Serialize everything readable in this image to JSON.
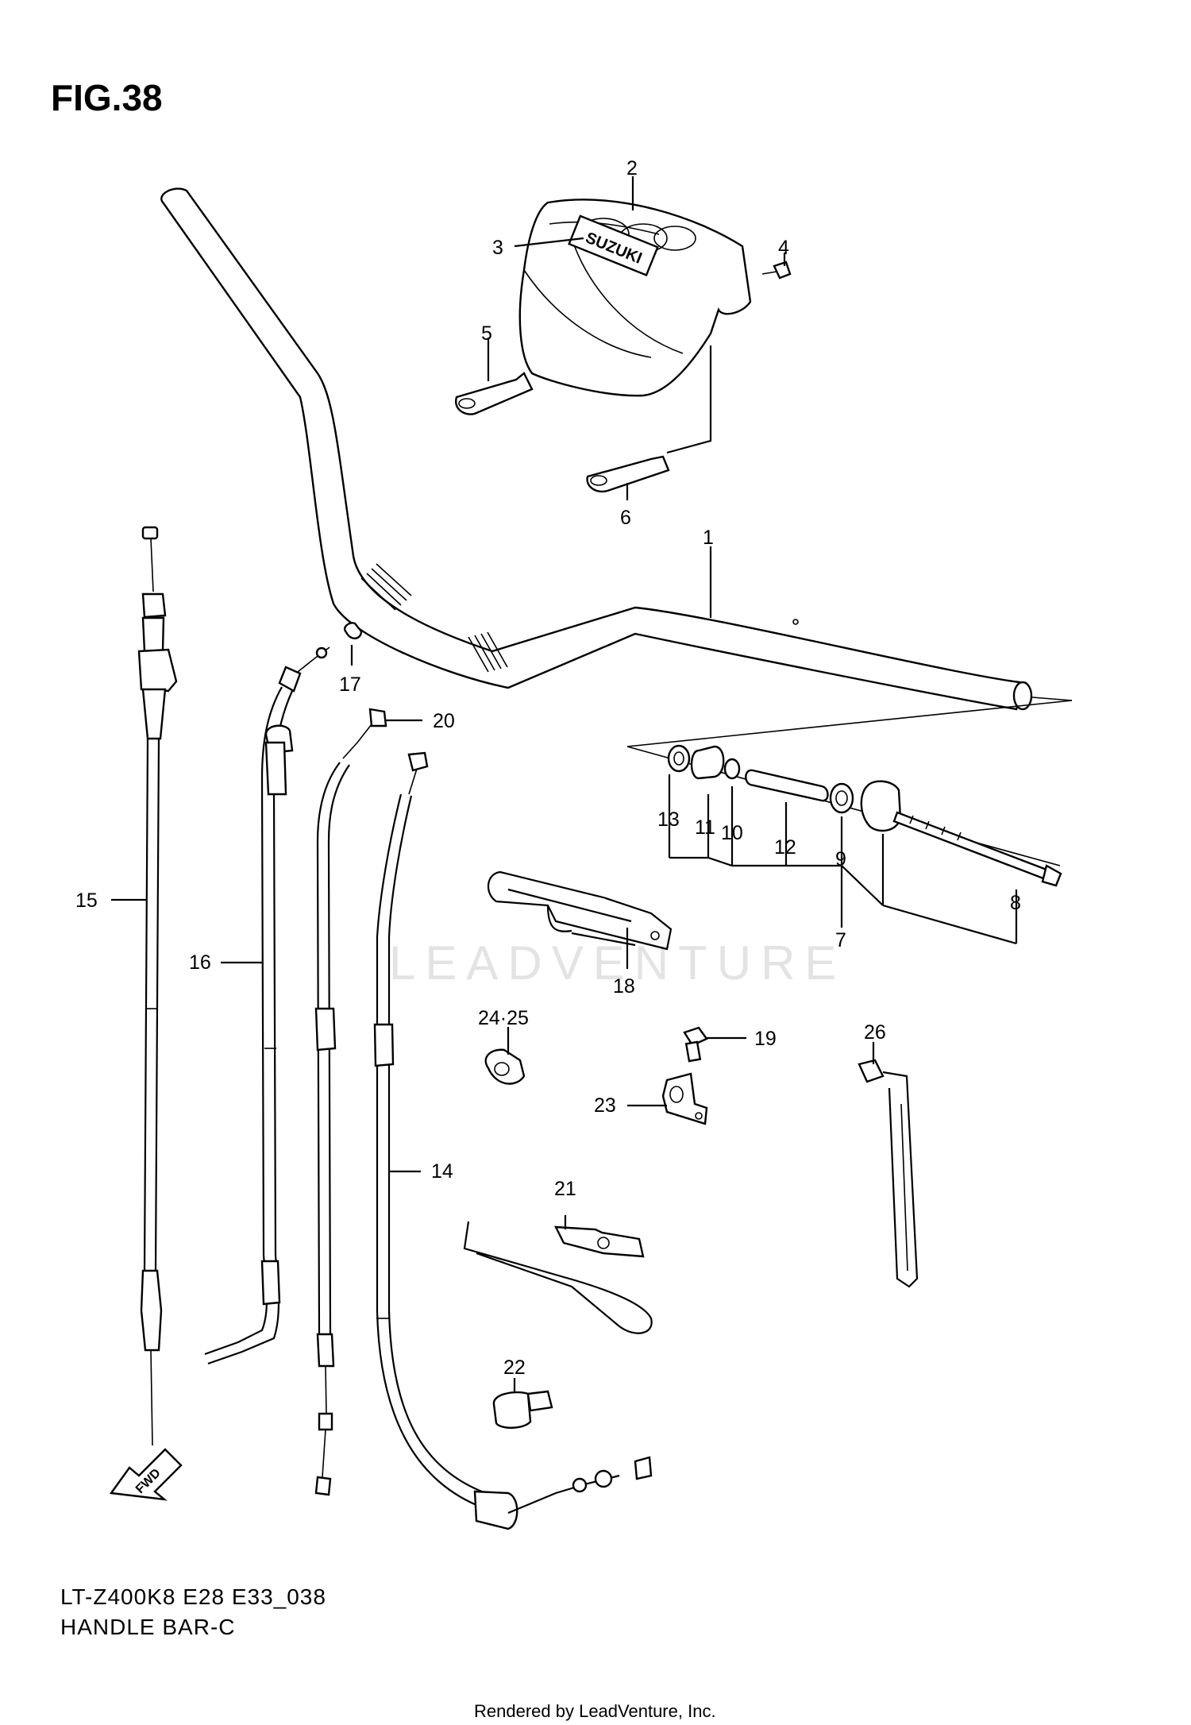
{
  "figure": {
    "title": "FIG.38",
    "model_code": "LT-Z400K8 E28 E33_038",
    "diagram_name": "HANDLE BAR-C",
    "rendered_by": "Rendered by LeadVenture, Inc.",
    "watermark": "LEADVENTURE",
    "cover_logo": "SUZUKI",
    "fwd_label": "FWD"
  },
  "callouts": [
    {
      "id": "1",
      "label": "1"
    },
    {
      "id": "2",
      "label": "2"
    },
    {
      "id": "3",
      "label": "3"
    },
    {
      "id": "4",
      "label": "4"
    },
    {
      "id": "5",
      "label": "5"
    },
    {
      "id": "6",
      "label": "6"
    },
    {
      "id": "7",
      "label": "7"
    },
    {
      "id": "8",
      "label": "8"
    },
    {
      "id": "9",
      "label": "9"
    },
    {
      "id": "10",
      "label": "10"
    },
    {
      "id": "11",
      "label": "11"
    },
    {
      "id": "12",
      "label": "12"
    },
    {
      "id": "13",
      "label": "13"
    },
    {
      "id": "14",
      "label": "14"
    },
    {
      "id": "15",
      "label": "15"
    },
    {
      "id": "16",
      "label": "16"
    },
    {
      "id": "17",
      "label": "17"
    },
    {
      "id": "18",
      "label": "18"
    },
    {
      "id": "19",
      "label": "19"
    },
    {
      "id": "20",
      "label": "20"
    },
    {
      "id": "21",
      "label": "21"
    },
    {
      "id": "22",
      "label": "22"
    },
    {
      "id": "23",
      "label": "23"
    },
    {
      "id": "24-25",
      "label": "24·25"
    },
    {
      "id": "26",
      "label": "26"
    }
  ]
}
